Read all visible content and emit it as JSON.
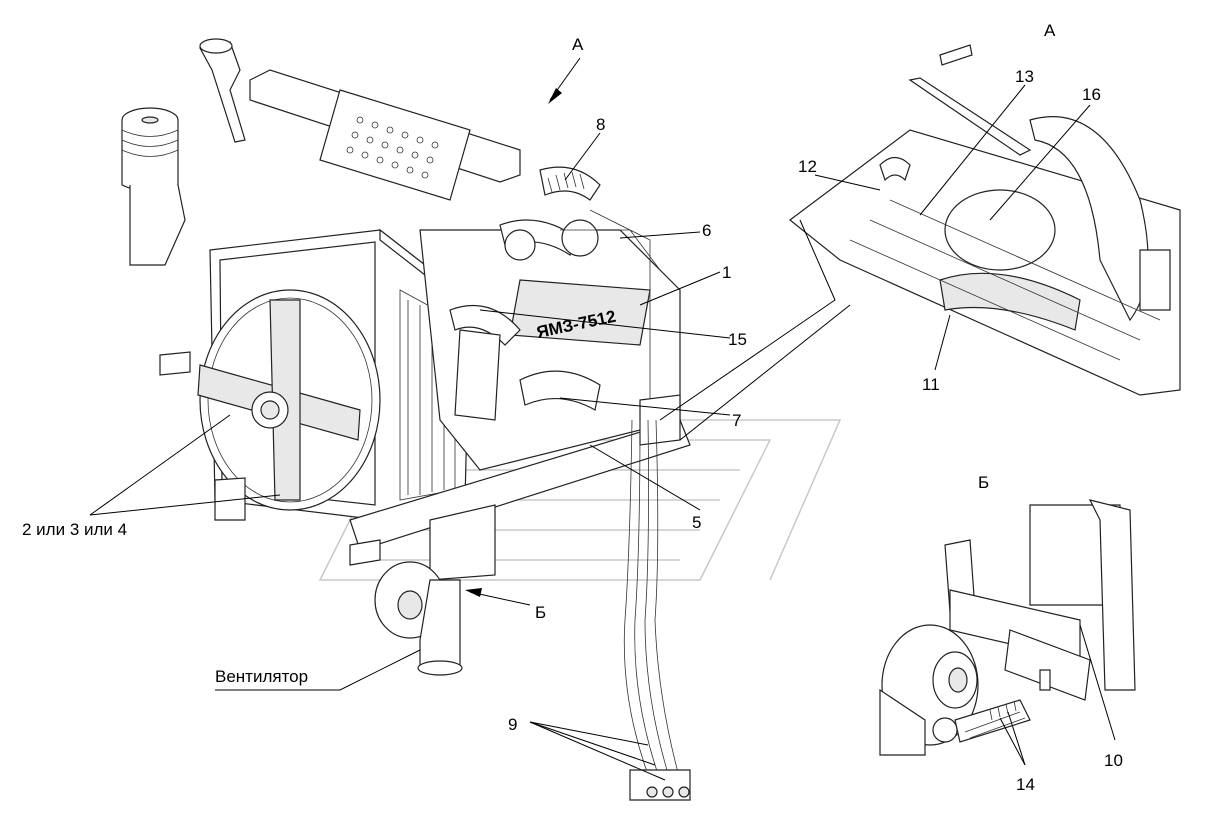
{
  "views": {
    "a_arrow_label": "А",
    "a_view_title": "А",
    "b_view_title": "Б",
    "b_arrow_label": "Б"
  },
  "callouts": {
    "c1": "1",
    "c5": "5",
    "c6": "6",
    "c7": "7",
    "c8": "8",
    "c9": "9",
    "c10": "10",
    "c11": "11",
    "c12": "12",
    "c13": "13",
    "c14": "14",
    "c15": "15",
    "c16": "16",
    "c234": "2 или 3 или 4",
    "fan": "Вентилятор"
  },
  "engine_marking": "ЯМЗ-7512"
}
